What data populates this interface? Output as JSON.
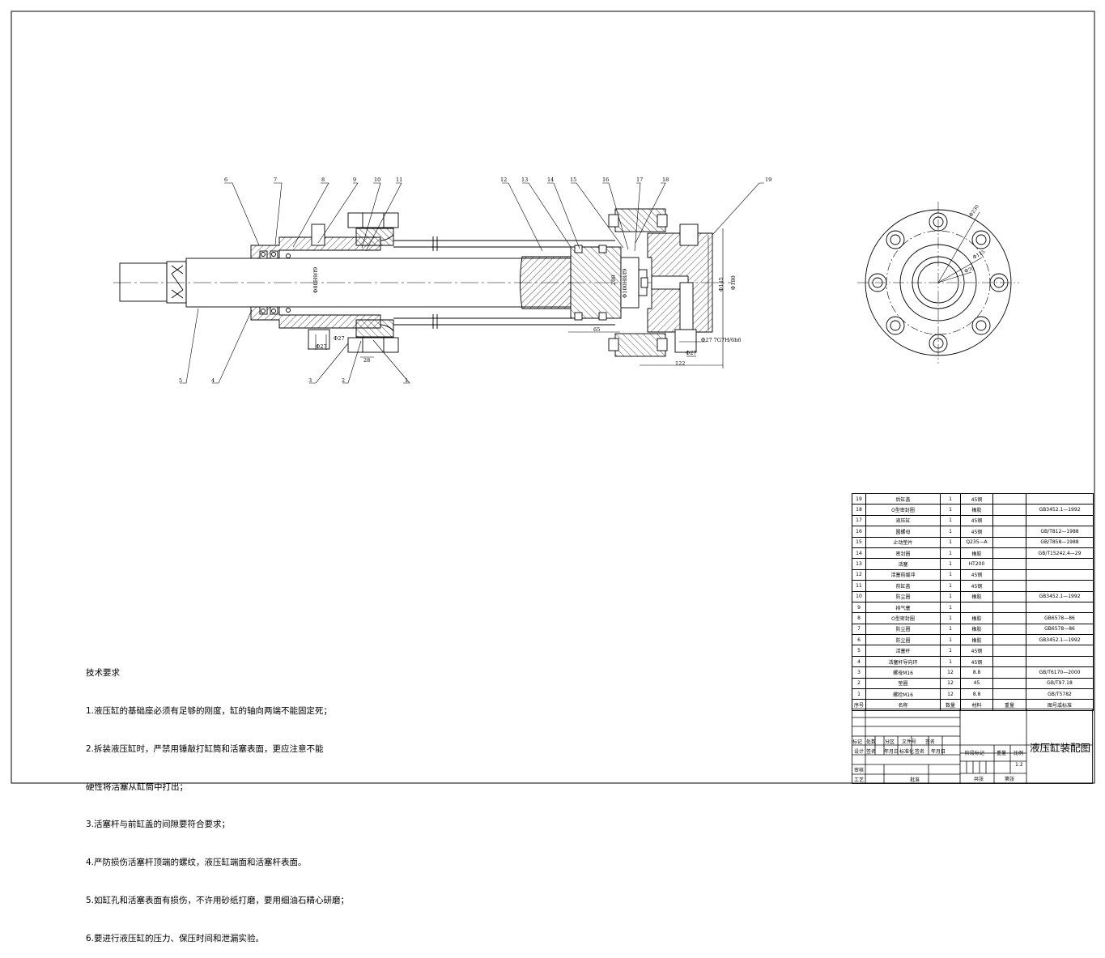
{
  "balloons": [
    "1",
    "2",
    "3",
    "4",
    "5",
    "6",
    "7",
    "8",
    "9",
    "10",
    "11",
    "12",
    "13",
    "14",
    "15",
    "16",
    "17",
    "18",
    "19"
  ],
  "dimensions": {
    "rod_fit": "Φ80H9/f9",
    "d27_left": "Φ27",
    "d27_bottom": "Φ27",
    "d28": "28",
    "d65": "65",
    "d145": "Φ145",
    "d180": "Φ180",
    "d122": "122",
    "d27_right": "Φ27",
    "fit_right": "Φ27 7G7H/6h6",
    "d200": "200",
    "piston_fit": "Φ100H8/f9",
    "end_pcd": "Φ230",
    "end_bore1": "Φ115",
    "end_bore2": "Φ70"
  },
  "tech_requirements": {
    "title": "技术要求",
    "lines": [
      "1.液压缸的基础座必须有足够的刚度，缸的轴向两端不能固定死；",
      "2.拆装液压缸时，严禁用锤敲打缸筒和活塞表面，更应注意不能",
      "硬性将活塞从缸筒中打出；",
      "3.活塞杆与前缸盖的间隙要符合要求；",
      "4.严防损伤活塞杆顶端的螺纹，液压缸端面和活塞杆表面。",
      "5.如缸孔和活塞表面有损伤，不许用砂纸打磨，要用细油石精心研磨；",
      "6.要进行液压缸的压力、保压时间和泄漏实验。"
    ]
  },
  "bom": {
    "rows": [
      [
        "19",
        "后缸盖",
        "1",
        "45钢",
        "",
        ""
      ],
      [
        "18",
        "O型密封圈",
        "1",
        "橡胶",
        "",
        "GB3452.1—1992"
      ],
      [
        "17",
        "液压缸",
        "1",
        "45钢",
        "",
        ""
      ],
      [
        "16",
        "圆螺母",
        "1",
        "45钢",
        "",
        "GB/T812—1988"
      ],
      [
        "15",
        "止动垫片",
        "1",
        "Q235—A",
        "",
        "GB/T858—1988"
      ],
      [
        "14",
        "密封圈",
        "1",
        "橡胶",
        "",
        "GB/T15242.4—29"
      ],
      [
        "13",
        "活塞",
        "1",
        "HT200",
        "",
        ""
      ],
      [
        "12",
        "活塞前缓冲",
        "1",
        "45钢",
        "",
        ""
      ],
      [
        "11",
        "前缸盖",
        "1",
        "45钢",
        "",
        ""
      ],
      [
        "10",
        "防尘圈",
        "1",
        "橡胶",
        "",
        "GB3452.1—1992"
      ],
      [
        "9",
        "排气塞",
        "1",
        "",
        "",
        ""
      ],
      [
        "8",
        "O型密封圈",
        "1",
        "橡胶",
        "",
        "GB6578—86"
      ],
      [
        "7",
        "防尘圈",
        "1",
        "橡胶",
        "",
        "GB6578—86"
      ],
      [
        "6",
        "防尘圈",
        "1",
        "橡胶",
        "",
        "GB3452.1—1992"
      ],
      [
        "5",
        "活塞杆",
        "1",
        "45钢",
        "",
        ""
      ],
      [
        "4",
        "活塞杆导向环",
        "1",
        "45钢",
        "",
        ""
      ],
      [
        "3",
        "螺母M16",
        "12",
        "8.8",
        "",
        "GB/T6170—2000"
      ],
      [
        "2",
        "垫圈",
        "12",
        "45",
        "",
        "GB/T97.18"
      ],
      [
        "1",
        "螺栓M16",
        "12",
        "8.8",
        "",
        "GB/T5782"
      ]
    ],
    "header": [
      "序号",
      "名称",
      "数量",
      "材料",
      "重量",
      "图号或标准"
    ]
  },
  "title_block": {
    "drawing_title": "液压缸装配图",
    "scale": "1:2",
    "row1": [
      "标记",
      "处数",
      "分区",
      "文件号",
      "签名"
    ],
    "row2": [
      "设计",
      "签名",
      "年月日",
      "标准化",
      "签名",
      "年月日"
    ],
    "stage": "阶段标记",
    "weight": "重量",
    "scale_label": "比例",
    "check": "审核",
    "process": "工艺",
    "approve": "批准",
    "total": "共张",
    "sheet": "第张"
  }
}
